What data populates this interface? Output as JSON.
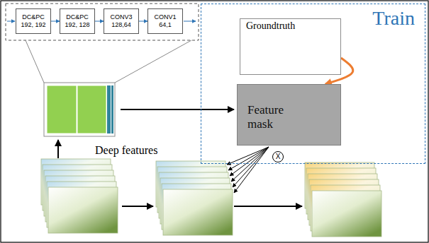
{
  "diagram": {
    "nodes": [
      {
        "text": [
          "DC&PC 192, 192"
        ]
      },
      {
        "text": [
          "DC&PC 192, 128"
        ]
      },
      {
        "text": [
          "CONV3 128,64"
        ]
      },
      {
        "text": [
          "CONV1 64,1"
        ]
      },
      {
        "text": [
          "Train"
        ]
      },
      {
        "text": [
          "Groundtruth"
        ],
        "in": 4
      },
      {
        "text": [
          "Feature mask"
        ],
        "in": 4
      }
    ],
    "edges": [
      {
        "from": 0,
        "to": 1,
        "arrow": "to"
      },
      {
        "from": 1,
        "to": 2,
        "arrow": "to"
      },
      {
        "from": 2,
        "to": 3,
        "arrow": "to"
      },
      {
        "from": 5,
        "to": 6,
        "arrow": "to"
      }
    ],
    "labels": [
      "Deep features",
      "X"
    ]
  }
}
